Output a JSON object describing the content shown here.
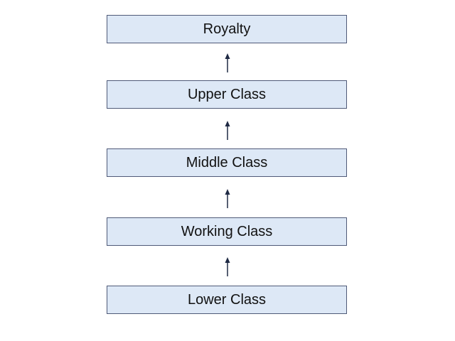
{
  "diagram": {
    "levels": [
      {
        "label": "Royalty"
      },
      {
        "label": "Upper Class"
      },
      {
        "label": "Middle Class"
      },
      {
        "label": "Working Class"
      },
      {
        "label": "Lower Class"
      }
    ],
    "colors": {
      "box_fill": "#dde8f6",
      "box_border": "#4f5a78",
      "arrow": "#1f2a44",
      "text": "#111111"
    }
  }
}
